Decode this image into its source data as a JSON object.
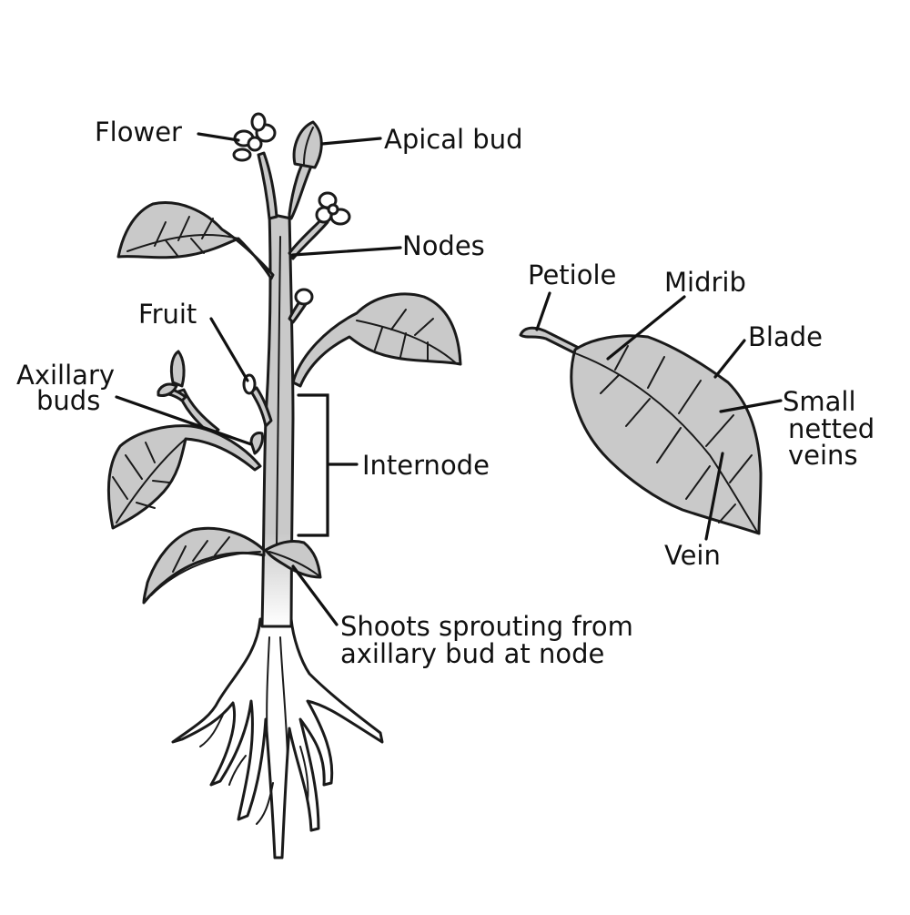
{
  "colors": {
    "plant_fill": "#c9c9c9",
    "root_fill": "#ffffff",
    "outline": "#1a1a1a",
    "background": "#ffffff"
  },
  "labels": {
    "flower": "Flower",
    "apical_bud": "Apical bud",
    "nodes": "Nodes",
    "fruit": "Fruit",
    "axillary_buds": [
      "Axillary",
      "buds"
    ],
    "internode": "Internode",
    "shoots": [
      "Shoots sprouting from",
      "axillary bud at node"
    ],
    "petiole": "Petiole",
    "midrib": "Midrib",
    "blade": "Blade",
    "small_netted_veins": [
      "Small",
      "netted",
      "veins"
    ],
    "vein": "Vein"
  }
}
